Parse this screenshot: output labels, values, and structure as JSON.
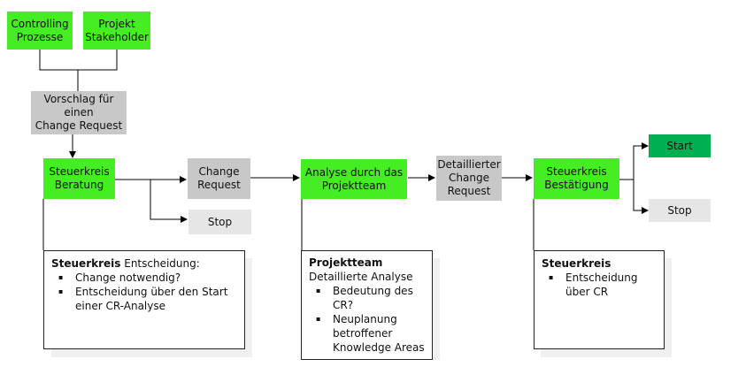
{
  "nodes": {
    "controlling": "Controlling\nProzesse",
    "projekt_stakeholder": "Projekt\nStakeholder",
    "vorschlag": "Vorschlag für\neinen\nChange Request",
    "steuerkreis_beratung": "Steuerkreis\nBeratung",
    "change_request": "Change\nRequest",
    "stop1": "Stop",
    "analyse": "Analyse durch das\nProjektteam",
    "detaillierter_cr": "Detaillierter\nChange\nRequest",
    "steuerkreis_bestaetigung": "Steuerkreis\nBestätigung",
    "start": "Start",
    "stop2": "Stop"
  },
  "notes": {
    "steuerkreis_entscheidung": {
      "bold": "Steuerkreis",
      "rest": " Entscheidung:",
      "items": [
        "Change notwendig?",
        "Entscheidung über den Start einer CR-Analyse"
      ]
    },
    "projektteam": {
      "bold": "Projektteam",
      "subtitle": "Detaillierte Analyse",
      "items": [
        "Bedeutung des CR?",
        "Neuplanung betroffener Knowledge Areas"
      ]
    },
    "steuerkreis": {
      "bold": "Steuerkreis",
      "items": [
        "Entscheidung über CR"
      ]
    }
  },
  "colors": {
    "green": "#44ee22",
    "dark_green": "#00b050",
    "grey": "#c8c8c8",
    "light_grey": "#e6e6e6"
  }
}
